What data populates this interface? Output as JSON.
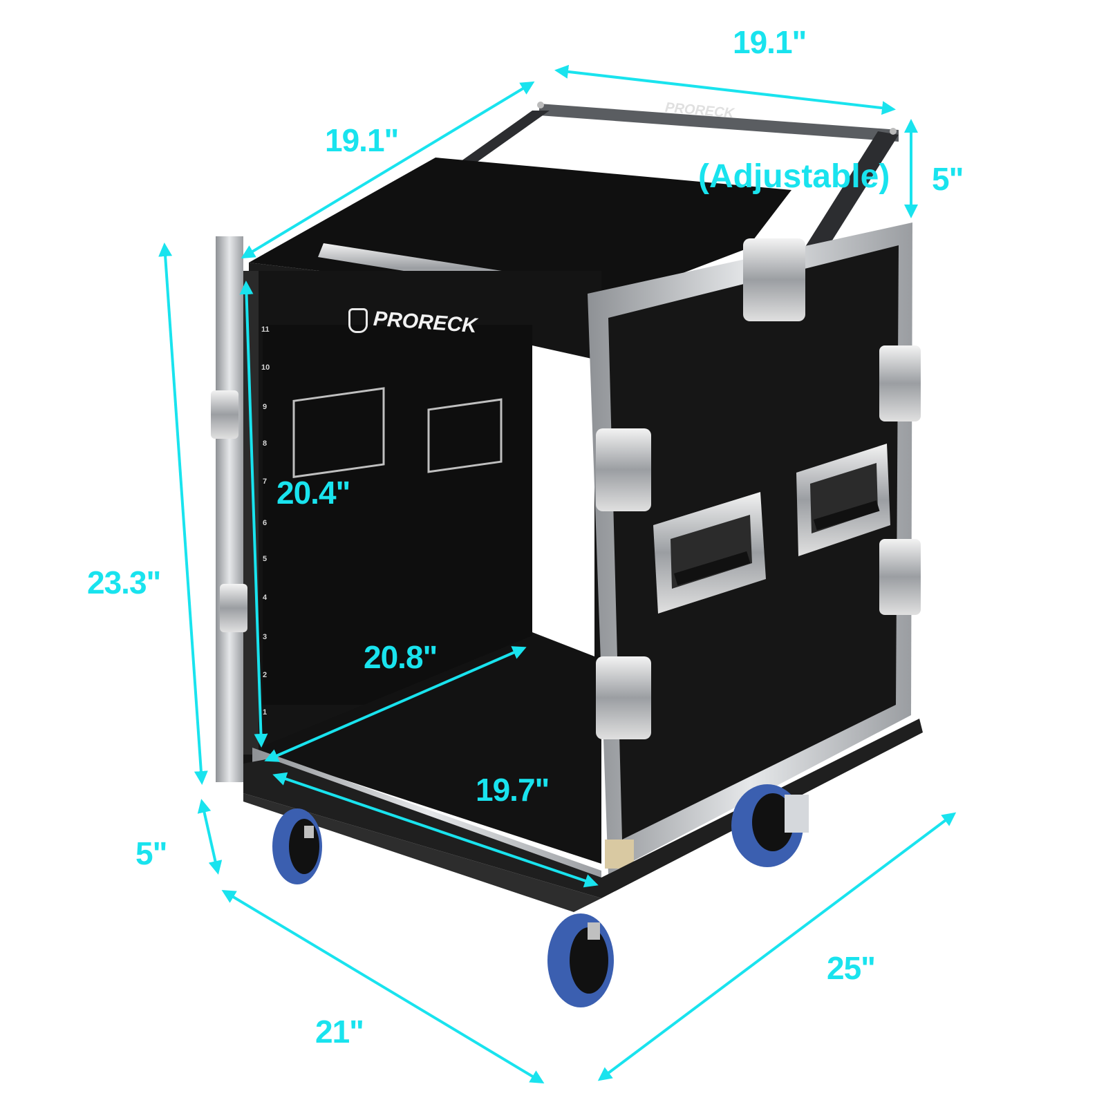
{
  "product": {
    "brand": "PRORECK",
    "type": "11U rack case with slanted mixer top and casters",
    "rack_units": [
      "1",
      "2",
      "3",
      "4",
      "5",
      "6",
      "7",
      "8",
      "9",
      "10",
      "11"
    ]
  },
  "dimensions": {
    "top_bar_width": "19.1\"",
    "top_depth": "19.1\"",
    "adjustable_note": "(Adjustable)",
    "top_adjust_height": "5\"",
    "overall_height": "23.3\"",
    "rack_height": "20.4\"",
    "rack_depth": "20.8\"",
    "rack_inner_width": "19.7\"",
    "caster_height": "5\"",
    "base_width": "21\"",
    "base_depth": "25\""
  },
  "colors": {
    "annotation": "#19e3ee",
    "case_body": "#151515",
    "aluminum": "#c9cbcd",
    "caster_blue": "#3b5fb0",
    "background": "#ffffff"
  }
}
